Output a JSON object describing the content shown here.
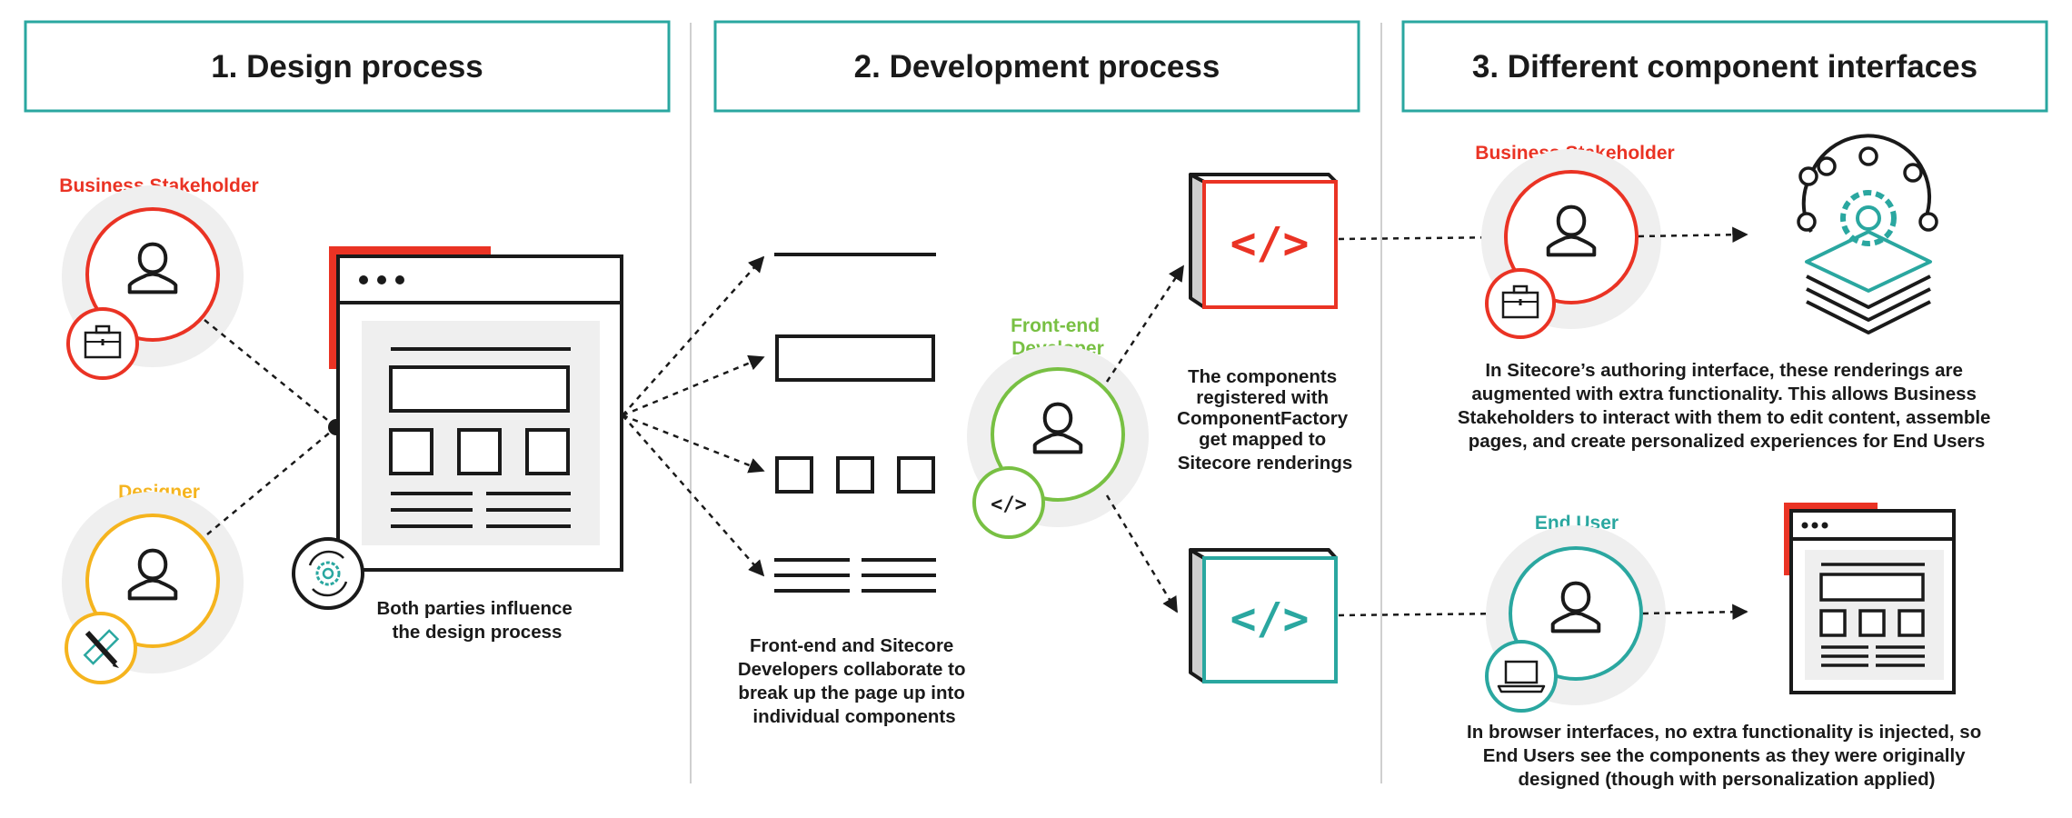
{
  "headers": [
    {
      "label": "1. Design process"
    },
    {
      "label": "2. Development process"
    },
    {
      "label": "3. Different component interfaces"
    }
  ],
  "roles": {
    "business_stakeholder_1": "Business Stakeholder",
    "designer": "Designer",
    "frontend_developer_line1": "Front-end",
    "frontend_developer_line2": "Developer",
    "business_stakeholder_2": "Business Stakeholder",
    "end_user": "End User"
  },
  "captions": {
    "design": [
      "Both parties influence",
      "the design process"
    ],
    "development": [
      "Front-end and Sitecore",
      "Developers collaborate to",
      "break up the page up into",
      "individual components"
    ],
    "mapping": [
      "The components",
      "registered with",
      "ComponentFactory",
      "get mapped to",
      "Sitecore renderings"
    ],
    "authoring": [
      "In Sitecore’s authoring interface, these renderings are",
      "augmented with extra functionality. This allows Business",
      "Stakeholders to interact with them to edit content, assemble",
      "pages, and create personalized experiences for End Users"
    ],
    "browser": [
      "In browser interfaces, no extra functionality is injected, so",
      "End Users see the components as they were originally",
      "designed (though with personalization applied)"
    ]
  },
  "code_labels": {
    "small": "</>",
    "red_component": "</>",
    "teal_component": "</>"
  },
  "colors": {
    "red": "#ea3324",
    "yellow": "#f5b41e",
    "green": "#78c043",
    "teal": "#2aa7a0",
    "dark": "#1a1a1a",
    "light_gray": "#efefef",
    "divider": "#cfcfcf"
  },
  "icons": [
    "person-icon",
    "briefcase-icon",
    "pencil-ruler-icon",
    "code-icon",
    "laptop-icon",
    "gear-icon",
    "gear-network-icon",
    "layers-icon"
  ]
}
